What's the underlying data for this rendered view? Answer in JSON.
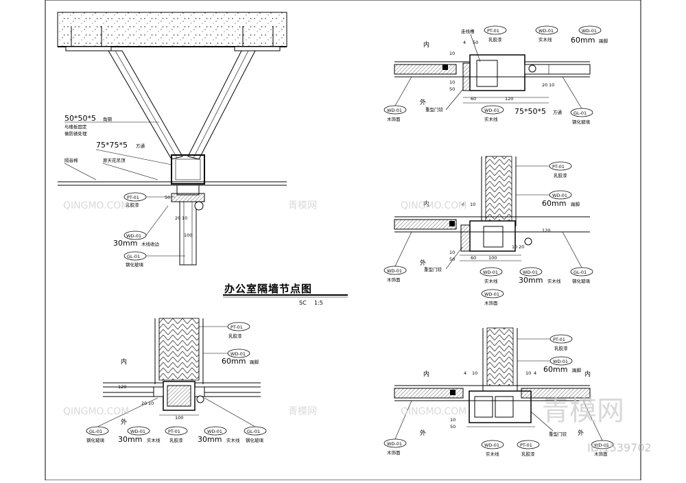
{
  "drawing": {
    "title": "办公室隔墙节点图",
    "scale_label": "SC",
    "scale_value": "1:5"
  },
  "watermark": {
    "text": "QINGMO.COM",
    "cn": "青模网",
    "big": "青模网",
    "id": "ID:1539702"
  },
  "detail_top_left": {
    "steel_angle": "50*50*5",
    "steel_angle_suffix": "角钢",
    "note_1": "与楼板固定",
    "note_2": "做防锈处理",
    "square_tube": "75*75*5",
    "square_tube_suffix": "方通",
    "insulation": "隔音棉",
    "ceiling": "原天花吊顶",
    "tag_pt": "PT-01",
    "tag_pt_desc": "乳胶漆",
    "tag_wd": "WD-01",
    "wd_size": "30mm",
    "wd_desc": "木线收边",
    "tag_gl": "GL-01",
    "gl_desc": "钢化玻璃",
    "dims": [
      "50",
      "20",
      "10",
      "100"
    ]
  },
  "detail_top_right": {
    "side_in": "内",
    "side_out": "外",
    "wire_slot": "走线槽",
    "tag_pt": "PT-01",
    "pt_desc": "乳胶漆",
    "tag_wd_a": "WD-01",
    "wd_a_desc": "实木线",
    "tag_wd_b": "WD-01",
    "wd_b_size": "60mm",
    "wd_b_desc": "踢脚",
    "tag_wd_c": "WD-01",
    "wd_c_desc": "木饰面",
    "heavy_door": "重型门铰",
    "tag_wd_d": "WD-01",
    "wd_d_desc": "实木线",
    "tube": "75*50*5",
    "tube_suffix": "方通",
    "tag_gl": "GL-01",
    "gl_desc": "钢化玻璃",
    "dims": [
      "50",
      "10",
      "10",
      "50",
      "60",
      "120",
      "20",
      "10",
      "4"
    ]
  },
  "detail_mid_right": {
    "side_in": "内",
    "side_out": "外",
    "tag_pt": "PT-01",
    "pt_desc": "乳胶漆",
    "tag_wd_a": "WD-01",
    "wd_a_size": "60mm",
    "wd_a_desc": "踢脚",
    "tag_wd_b": "WD-01",
    "wd_b_desc": "木饰面",
    "heavy_door": "重型门铰",
    "tag_wd_c": "WD-01",
    "wd_c_desc": "实木线",
    "tag_wd_d": "WD-01",
    "wd_d_size": "30mm",
    "wd_d_desc": "实木线",
    "tag_wd_e": "WD-01",
    "wd_e_desc": "木饰面",
    "tag_gl": "GL-01",
    "gl_desc": "钢化玻璃",
    "dims": [
      "4",
      "10",
      "120",
      "10",
      "50",
      "60",
      "100",
      "10",
      "20"
    ]
  },
  "detail_bottom_left": {
    "side_in": "内",
    "side_out": "外",
    "tag_pt": "PT-01",
    "pt_desc": "乳胶漆",
    "tag_wd_a": "WD-01",
    "wd_a_size": "60mm",
    "wd_a_desc": "踢脚",
    "tag_gl_a": "GL-01",
    "gl_a_desc": "钢化玻璃",
    "tag_wd_b": "WD-01",
    "wd_b_size": "30mm",
    "wd_b_desc": "实木线",
    "tag_pt_b": "PT-01",
    "pt_b_desc": "乳胶漆",
    "tag_wd_c": "WD-01",
    "wd_c_size": "30mm",
    "wd_c_desc": "实木线",
    "tag_gl_b": "GL-01",
    "gl_b_desc": "钢化玻璃",
    "dims": [
      "120",
      "20",
      "10",
      "100"
    ]
  },
  "detail_bottom_right": {
    "side_in": "内",
    "side_out": "外",
    "tag_pt": "PT-01",
    "pt_desc": "乳胶漆",
    "tag_wd_a": "WD-01",
    "wd_a_size": "60mm",
    "wd_a_desc": "踢脚",
    "tag_wd_b": "WD-01",
    "wd_b_desc": "木饰面",
    "tag_wd_c": "WD-01",
    "wd_c_desc": "实木线",
    "tag_pt_b": "PT-01",
    "pt_b_desc": "乳胶漆",
    "heavy_door": "重型门铰",
    "tag_wd_d": "WD-01",
    "wd_d_desc": "木饰面",
    "dims": [
      "4",
      "10",
      "10",
      "50",
      "10",
      "4"
    ]
  }
}
